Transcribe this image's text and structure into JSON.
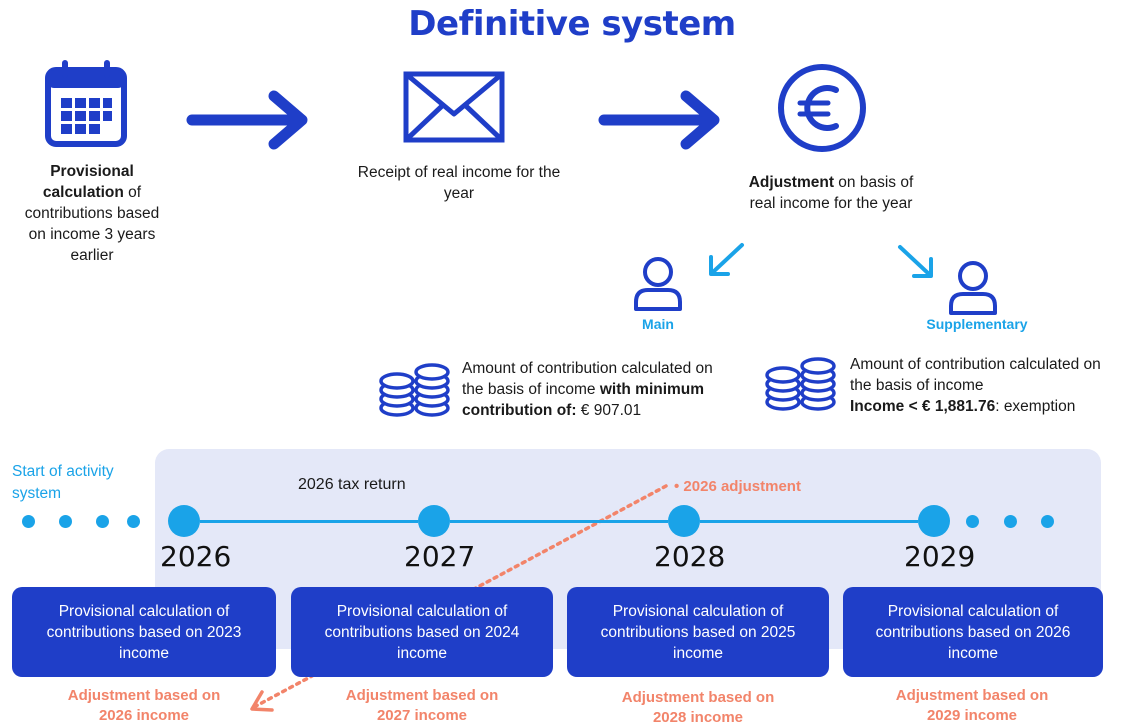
{
  "title": "Definitive system",
  "steps": [
    {
      "bold": "Provisional calculation",
      "rest": " of contributions based on income 3 years earlier",
      "icon": "calendar-icon"
    },
    {
      "text": "Receipt of real income for the year",
      "icon": "envelope-icon"
    },
    {
      "bold": "Adjustment",
      "rest": " on basis of real income for the year",
      "icon": "euro-icon"
    }
  ],
  "roles": {
    "main": "Main",
    "supplementary": "Supplementary"
  },
  "contributions": {
    "main": {
      "line1": "Amount of contribution calculated on",
      "line2_pre": "the basis of income ",
      "line2_bold": "with minimum",
      "line3_bold": "contribution of:",
      "line3_rest": " € 907.01"
    },
    "supplementary": {
      "line1": "Amount of contribution calculated on",
      "line2": "the basis of income",
      "line3_bold": "Income < € 1,881.76",
      "line3_rest": ": exemption"
    }
  },
  "timeline": {
    "start_label_1": "Start of activity",
    "start_label_2": "system",
    "tax_return": "2026 tax return",
    "adjustment_label": "• 2026 adjustment",
    "years": [
      "2026",
      "2027",
      "2028",
      "2029"
    ],
    "provisional": [
      "Provisional calculation of contributions based on 2023 income",
      "Provisional calculation of contributions based on 2024 income",
      "Provisional calculation of contributions based on 2025 income",
      "Provisional calculation of contributions based on 2026 income"
    ],
    "adjustments": [
      [
        "Adjustment based on",
        "2026 income"
      ],
      [
        "Adjustment based on",
        "2027 income"
      ],
      [
        "Adjustment based on",
        "2028 income"
      ],
      [
        "Adjustment based on",
        "2029 income"
      ]
    ]
  },
  "colors": {
    "primary": "#1f3ec8",
    "accent": "#1aa3e8",
    "adjustment": "#f2846a",
    "band": "#e4e8f8"
  }
}
